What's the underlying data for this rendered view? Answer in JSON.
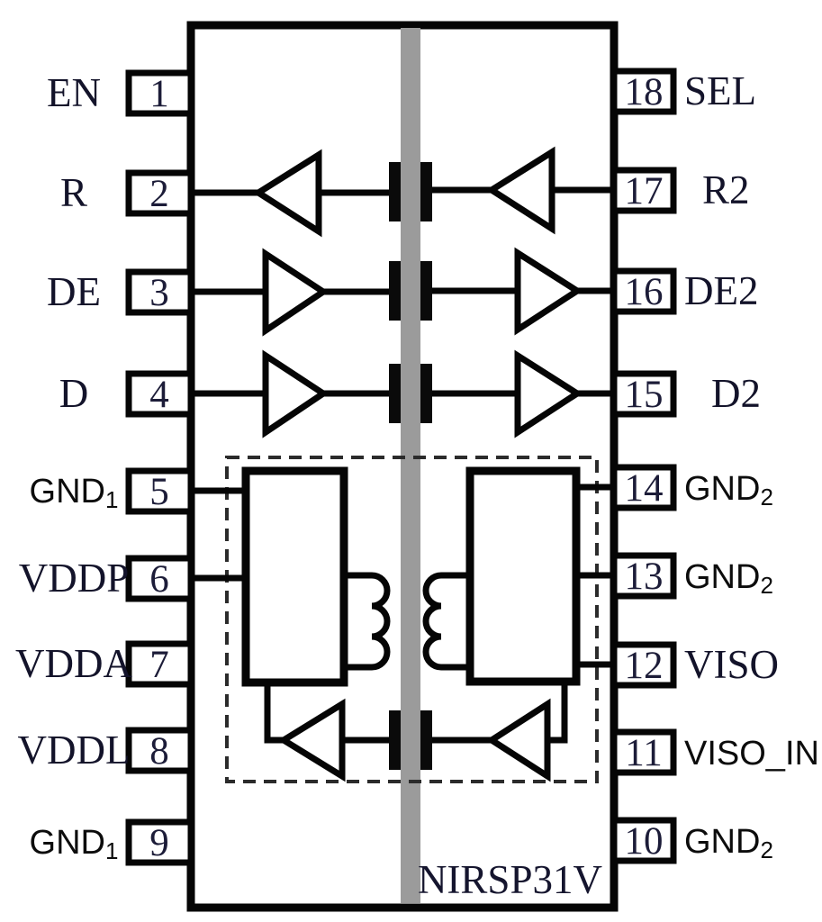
{
  "chip": {
    "part_number": "NIRSP31V"
  },
  "left_pins": [
    {
      "number": "1",
      "label": "EN",
      "sub": ""
    },
    {
      "number": "2",
      "label": "R",
      "sub": ""
    },
    {
      "number": "3",
      "label": "DE",
      "sub": ""
    },
    {
      "number": "4",
      "label": "D",
      "sub": ""
    },
    {
      "number": "5",
      "label": "GND",
      "sub": "1"
    },
    {
      "number": "6",
      "label": "VDDP",
      "sub": ""
    },
    {
      "number": "7",
      "label": "VDDA",
      "sub": ""
    },
    {
      "number": "8",
      "label": "VDDL",
      "sub": ""
    },
    {
      "number": "9",
      "label": "GND",
      "sub": "1"
    }
  ],
  "right_pins": [
    {
      "number": "18",
      "label": "SEL",
      "sub": ""
    },
    {
      "number": "17",
      "label": "R2",
      "sub": ""
    },
    {
      "number": "16",
      "label": "DE2",
      "sub": ""
    },
    {
      "number": "15",
      "label": "D2",
      "sub": ""
    },
    {
      "number": "14",
      "label": "GND",
      "sub": "2"
    },
    {
      "number": "13",
      "label": "GND",
      "sub": "2"
    },
    {
      "number": "12",
      "label": "VISO",
      "sub": ""
    },
    {
      "number": "11",
      "label": "VISO_IN",
      "sub": ""
    },
    {
      "number": "10",
      "label": "GND",
      "sub": "2"
    }
  ],
  "colors": {
    "line": "#050505",
    "isolation_barrier_gray": "#9b9b9b",
    "background": "#ffffff"
  }
}
